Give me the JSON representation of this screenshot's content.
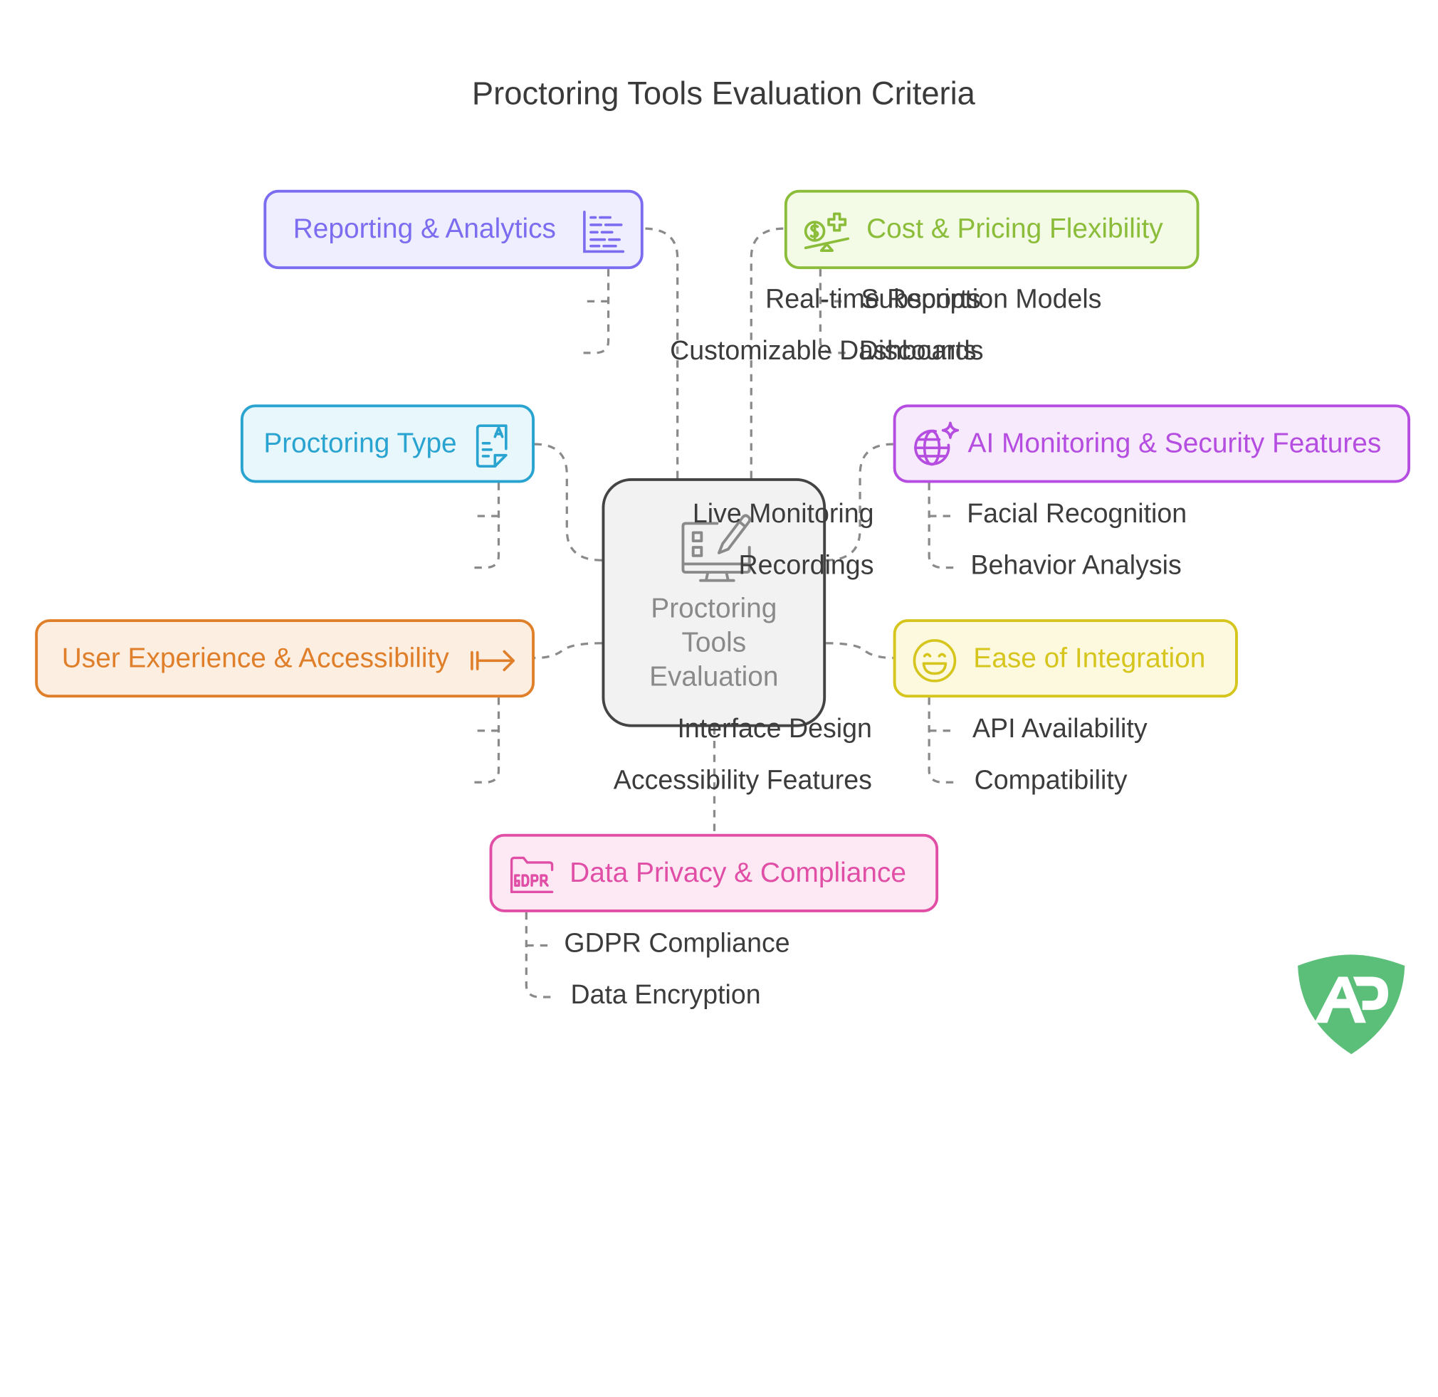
{
  "title": "Proctoring Tools Evaluation Criteria",
  "center": {
    "label_lines": [
      "Proctoring",
      "Tools",
      "Evaluation"
    ],
    "color": "#444444"
  },
  "categories": [
    {
      "label": "Reporting & Analytics",
      "icon": "analytics-chart-icon",
      "color": "#7b6cf0",
      "items": [
        "Real-time Reports",
        "Customizable Dashboards"
      ]
    },
    {
      "label": "Cost & Pricing Flexibility",
      "icon": "money-balance-icon",
      "color": "#8bbd3a",
      "items": [
        "Subscription Models",
        "Discounts"
      ]
    },
    {
      "label": "Proctoring Type",
      "icon": "document-icon",
      "color": "#29a3d0",
      "items": [
        "Live Monitoring",
        "Recordings"
      ]
    },
    {
      "label": "AI Monitoring & Security Features",
      "icon": "globe-sparkle-icon",
      "color": "#b44de0",
      "items": [
        "Facial Recognition",
        "Behavior Analysis"
      ]
    },
    {
      "label": "User Experience & Accessibility",
      "icon": "arrow-right-icon",
      "color": "#e07f2a",
      "items": [
        "Interface Design",
        "Accessibility Features"
      ]
    },
    {
      "label": "Ease of Integration",
      "icon": "smiley-icon",
      "color": "#d6c51c",
      "items": [
        "API Availability",
        "Compatibility"
      ]
    },
    {
      "label": "Data Privacy & Compliance",
      "icon": "gdpr-folder-icon",
      "color": "#e04ea6",
      "items": [
        "GDPR Compliance",
        "Data Encryption"
      ]
    }
  ],
  "logo": {
    "text": "AP",
    "color": "#5bbf7a",
    "icon": "shield-logo-icon"
  }
}
